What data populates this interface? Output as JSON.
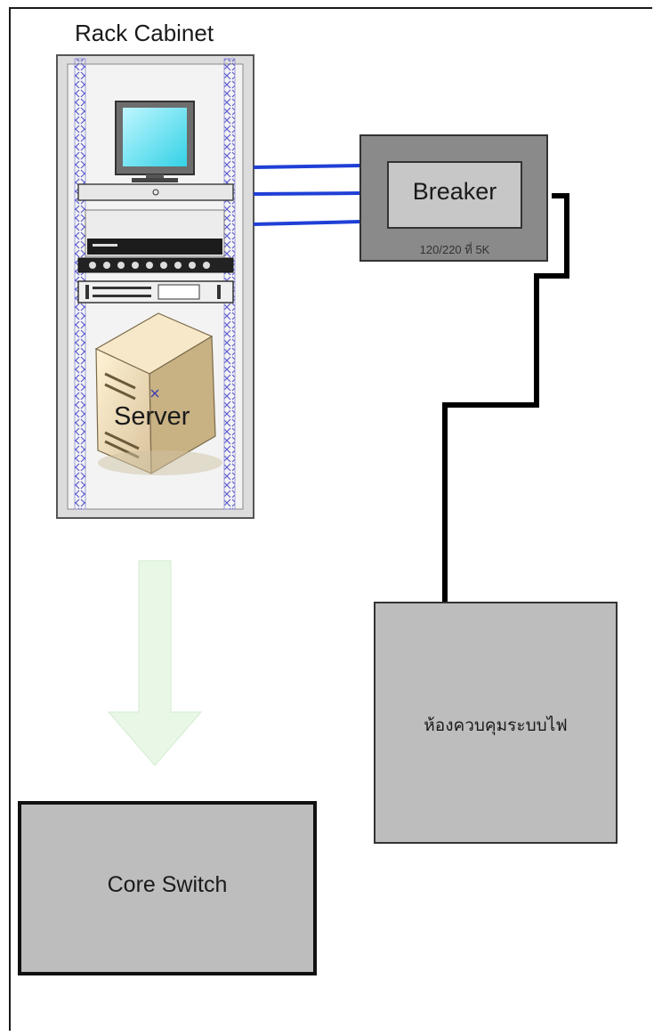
{
  "diagram": {
    "rack": {
      "title": "Rack Cabinet",
      "server_label": "Server"
    },
    "breaker": {
      "label": "Breaker",
      "rating": "120/220 ที่ 5K"
    },
    "power_room": {
      "label": "ห้องควบคุมระบบไฟ"
    },
    "core_switch": {
      "label": "Core Switch"
    },
    "colors": {
      "rack_frame": "#d8d8d8",
      "blue_link": "#1f3fd6",
      "power_cable": "#000000",
      "arrow_fill": "#e9f8e6",
      "box_gray": "#bdbdbd",
      "breaker_outer": "#8a8a8a",
      "breaker_inner": "#c7c7c7"
    }
  }
}
